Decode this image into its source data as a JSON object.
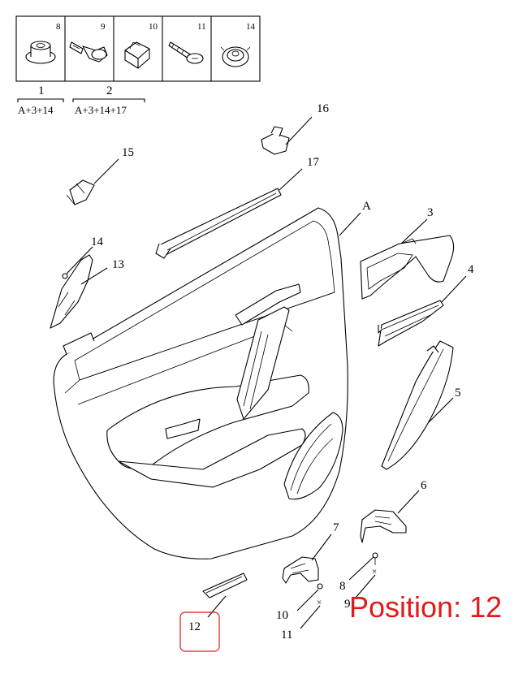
{
  "fastener_table": {
    "cells": [
      {
        "num": "8",
        "icon": "nut-clip-icon"
      },
      {
        "num": "9",
        "icon": "bolt-icon"
      },
      {
        "num": "10",
        "icon": "square-clip-icon"
      },
      {
        "num": "11",
        "icon": "screw-icon"
      },
      {
        "num": "14",
        "icon": "push-clip-icon"
      }
    ],
    "groups": [
      {
        "num": "1",
        "text": "A+3+14"
      },
      {
        "num": "2",
        "text": "A+3+14+17"
      }
    ]
  },
  "callouts": {
    "c16": "16",
    "c15": "15",
    "c17": "17",
    "cA": "A",
    "c3": "3",
    "c14": "14",
    "c13": "13",
    "c4": "4",
    "c5": "5",
    "c6": "6",
    "c7": "7",
    "c8": "8",
    "c9": "9",
    "c10": "10",
    "c11": "11",
    "c12": "12"
  },
  "position_label": "Position: 12",
  "highlight_color": "#e21a1a"
}
